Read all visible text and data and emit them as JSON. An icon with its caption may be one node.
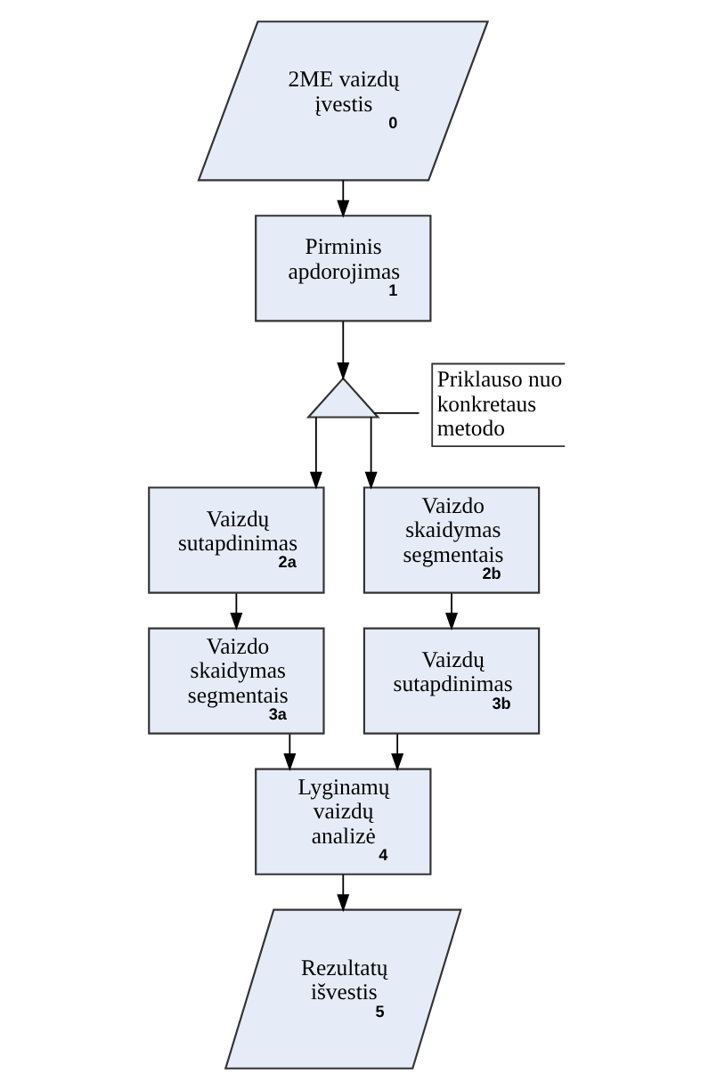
{
  "diagram": {
    "nodes": [
      {
        "text": [
          "2ME vaizdų įvestis",
          "0"
        ]
      },
      {
        "text": [
          "Pirminis apdorojimas",
          "1"
        ]
      },
      {
        "text": [],
        "shape": "triangle"
      },
      {
        "text": [
          "Priklauso nuo konkretaus metodo"
        ]
      },
      {
        "text": [
          "Vaizdų sutapdinimas",
          "2a"
        ]
      },
      {
        "text": [
          "Vaizdo skaidymas segmentais",
          "2b"
        ]
      },
      {
        "text": [
          "Vaizdo skaidymas segmentais",
          "3a"
        ]
      },
      {
        "text": [
          "Vaizdų sutapdinimas",
          "3b"
        ]
      },
      {
        "text": [
          "Lyginamų vaizdų analizė",
          "4"
        ]
      },
      {
        "text": [
          "Rezultatų išvestis",
          "5"
        ]
      }
    ],
    "edges": [
      {
        "from": 0,
        "to": 1,
        "arrow": "to"
      },
      {
        "from": 1,
        "to": 2,
        "arrow": "to"
      },
      {
        "from": 3,
        "to": 2,
        "arrow": "none"
      },
      {
        "from": 2,
        "to": 4,
        "arrow": "to"
      },
      {
        "from": 2,
        "to": 5,
        "arrow": "to"
      },
      {
        "from": 4,
        "to": 6,
        "arrow": "to"
      },
      {
        "from": 5,
        "to": 7,
        "arrow": "to"
      },
      {
        "from": 6,
        "to": 8,
        "arrow": "to"
      },
      {
        "from": 7,
        "to": 8,
        "arrow": "to"
      },
      {
        "from": 8,
        "to": 9,
        "arrow": "to"
      }
    ]
  }
}
